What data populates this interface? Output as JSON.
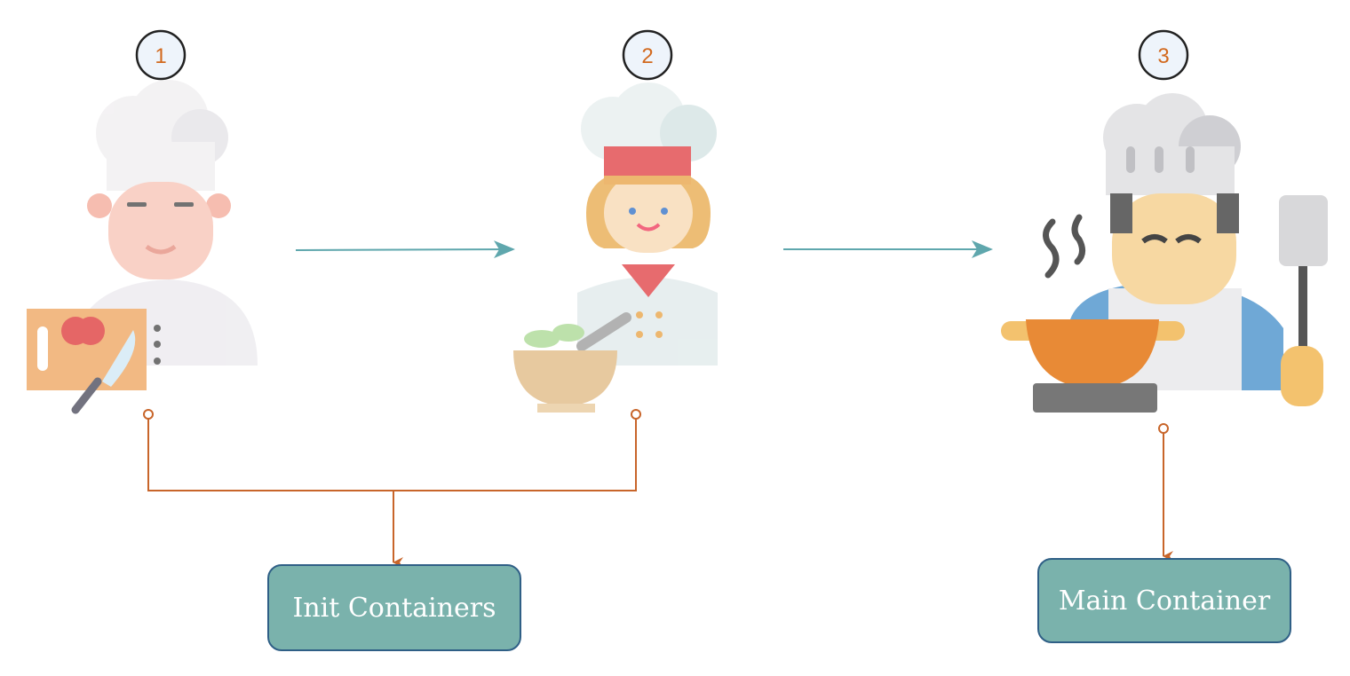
{
  "steps": [
    {
      "number": "1",
      "role": "chopping-chef"
    },
    {
      "number": "2",
      "role": "grinding-chef"
    },
    {
      "number": "3",
      "role": "cooking-chef"
    }
  ],
  "boxes": {
    "init": "Init Containers",
    "main": "Main Container"
  },
  "colors": {
    "connector": "#c8652a",
    "flow_arrow": "#5fa7ad",
    "box_fill": "#7ab2ac",
    "box_border": "#2f5f86",
    "badge_fill": "#eef4fb"
  }
}
